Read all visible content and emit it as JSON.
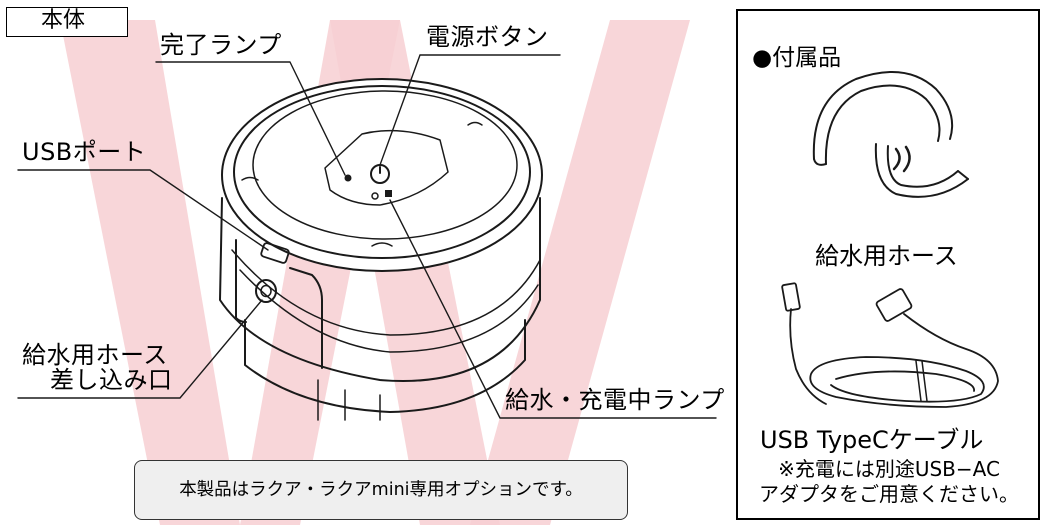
{
  "main": {
    "section_title": "本体",
    "labels": {
      "complete_lamp": "完了ランプ",
      "power_button": "電源ボタン",
      "usb_port": "USBポート",
      "hose_inlet_line1": "給水用ホース",
      "hose_inlet_line2": "差し込み口",
      "charge_lamp": "給水・充電中ランプ"
    },
    "note": "本製品はラクア・ラクアmini専用オプションです。"
  },
  "accessories": {
    "title": "●付属品",
    "hose_label": "給水用ホース",
    "cable_label": "USB TypeCケーブル",
    "note_line1": "※充電には別途USB−AC",
    "note_line2": "アダプタをご用意ください。"
  },
  "colors": {
    "watermark": "#f7cfd2",
    "line": "#1a1a1a",
    "note_bg": "#efefef"
  }
}
